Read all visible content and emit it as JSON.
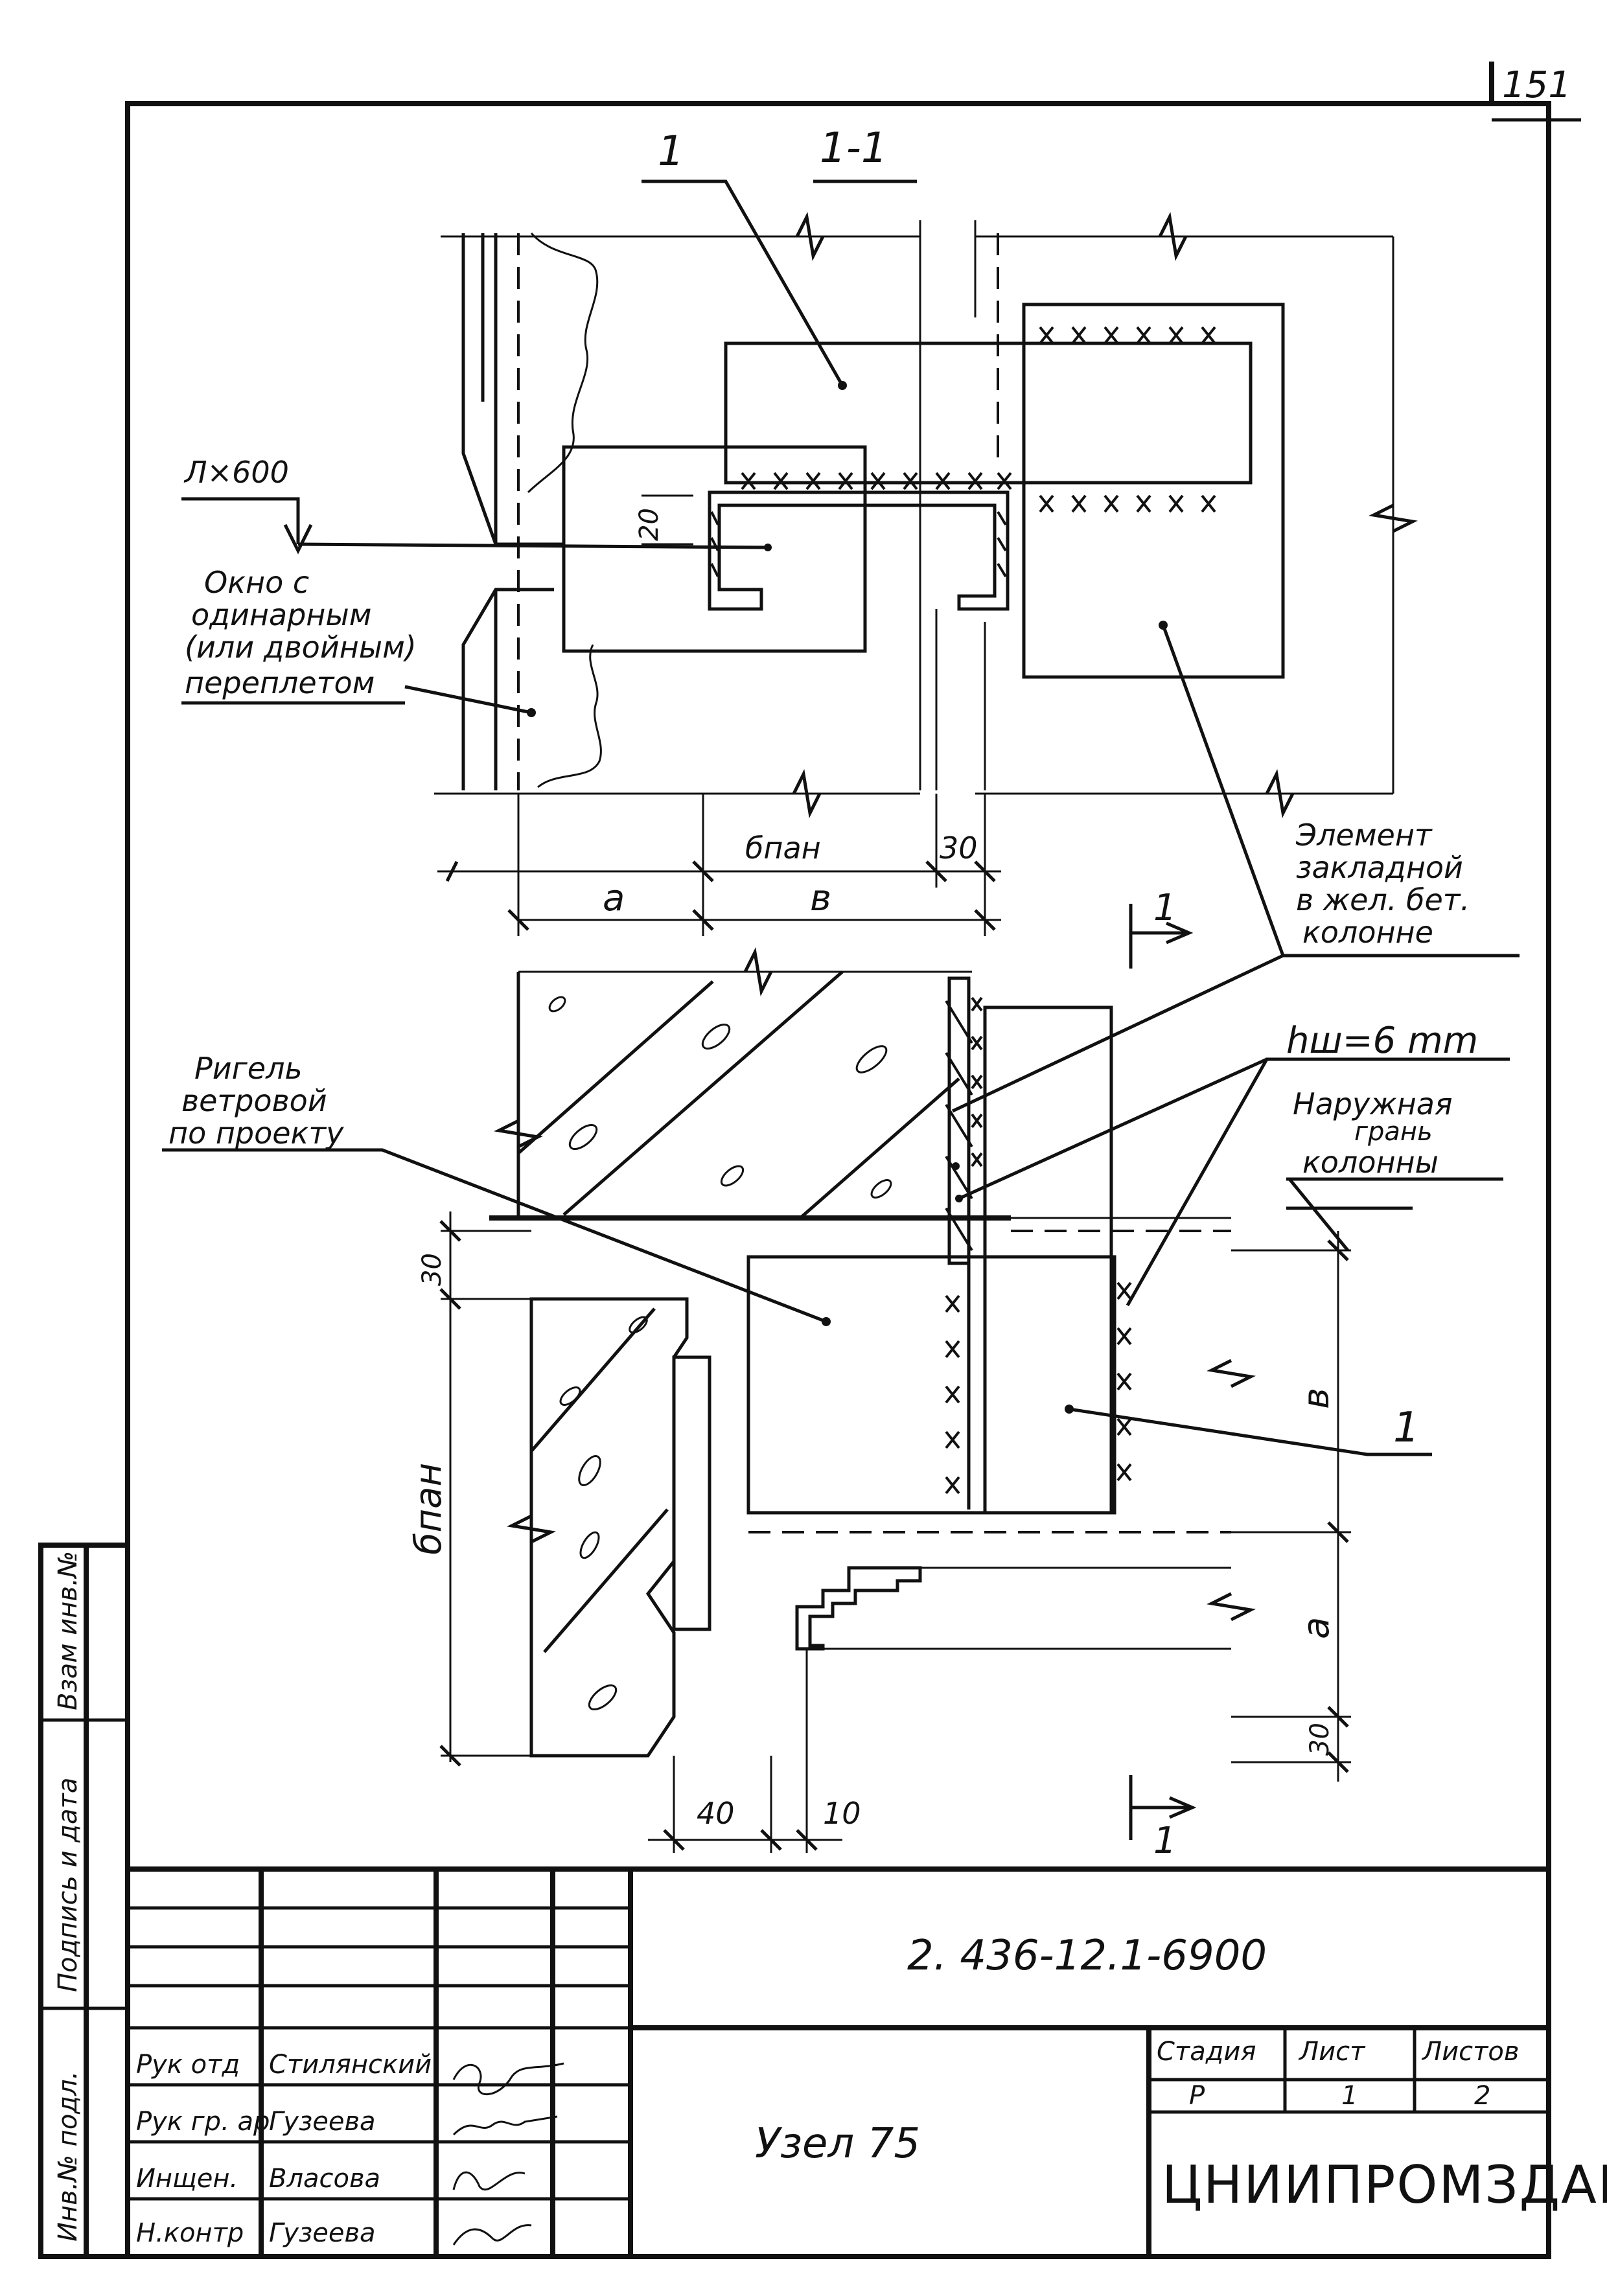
{
  "page_number": "151",
  "section": {
    "label": "1-1",
    "marker_top": "1",
    "marker_bottom": "1"
  },
  "callouts": {
    "item_top": "1",
    "item_side": "1",
    "opening": "Л×600",
    "window_lines": [
      "Окно с",
      "одинарным",
      "(или двойным)",
      "переплетом"
    ],
    "embed_lines": [
      "Элемент",
      "закладной",
      "в жел. бет.",
      "колонне"
    ],
    "weld": "hш=6 mm",
    "face_lines": [
      "Наружная",
      "грань",
      "колонны"
    ],
    "beam_lines": [
      "Ригель",
      "ветровой",
      "по проекту"
    ]
  },
  "dimensions": {
    "b_pan_top": "бпан",
    "d30_top": "30",
    "a_top": "а",
    "b_top": "в",
    "d20": "20",
    "d30_left": "30",
    "b_pan_left": "бпан",
    "b_right": "в",
    "a_right": "а",
    "d30_right": "30",
    "d40": "40",
    "d10": "10"
  },
  "title_block": {
    "code": "2. 436-12.1-6900",
    "node": "Узел 75",
    "stage_header": "Стадия",
    "sheet_header": "Лист",
    "sheets_header": "Листов",
    "stage": "Р",
    "sheet": "1",
    "sheets": "2",
    "org": "ЦНИИПРОМЗДАНИЙ",
    "signatures": [
      {
        "role": "Рук отд",
        "name": "Стилянский"
      },
      {
        "role": "Рук гр. ар",
        "name": "Гузеева"
      },
      {
        "role": "Инщен.",
        "name": "Власова"
      },
      {
        "role": "Н.контр",
        "name": "Гузеева"
      }
    ],
    "side_labels": [
      "Инв.№ подл.",
      "Подпись и дата",
      "Взам инв.№"
    ]
  }
}
